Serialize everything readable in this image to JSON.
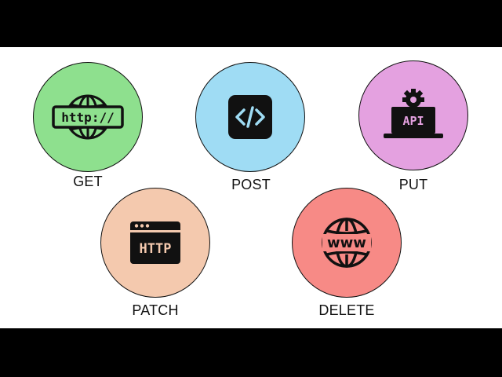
{
  "methods": [
    {
      "label": "GET",
      "color": "#8ee08e",
      "icon": "http-globe-icon"
    },
    {
      "label": "POST",
      "color": "#9fdcf4",
      "icon": "code-icon"
    },
    {
      "label": "PUT",
      "color": "#e4a1e0",
      "icon": "api-laptop-icon"
    },
    {
      "label": "PATCH",
      "color": "#f4c9ae",
      "icon": "http-window-icon"
    },
    {
      "label": "DELETE",
      "color": "#f78a86",
      "icon": "www-globe-icon"
    }
  ],
  "icon_text": {
    "http_url": "http://",
    "api": "API",
    "http": "HTTP",
    "www": "www"
  }
}
